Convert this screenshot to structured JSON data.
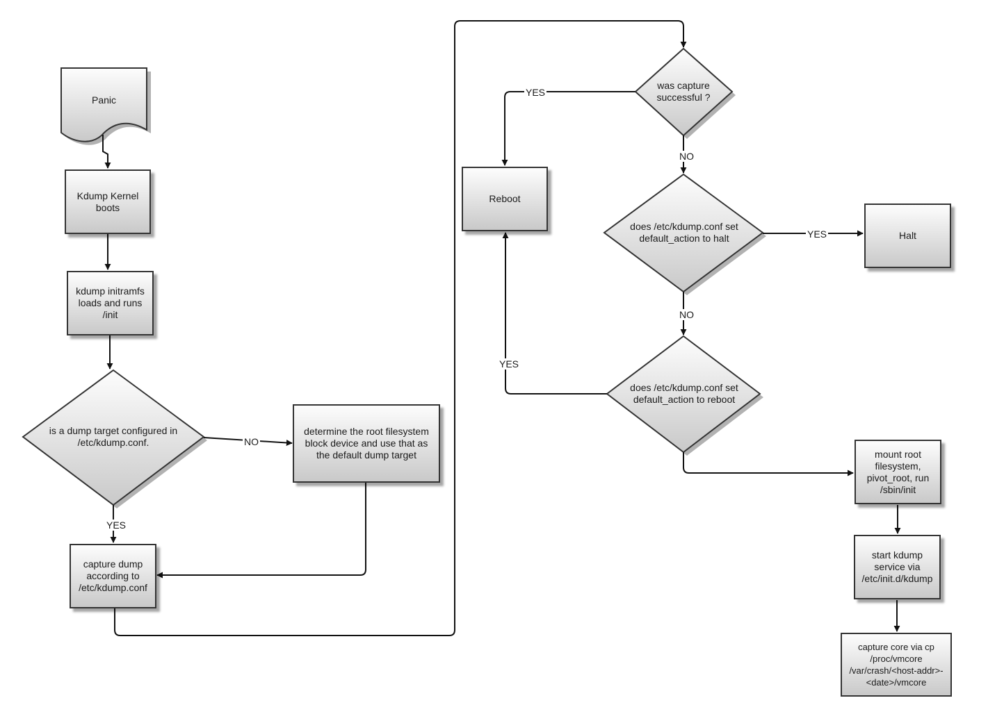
{
  "nodes": {
    "panic": "Panic",
    "kdump_kernel": "Kdump Kernel\nboots",
    "initramfs": "kdump initramfs\nloads and runs\n/init",
    "dump_target_decision": "is a dump target configured in\n/etc/kdump.conf.",
    "root_fs_default": "determine the root filesystem\nblock device and use that as\nthe default dump target",
    "capture_dump": "capture dump\naccording to\n/etc/kdump.conf",
    "capture_success_decision": "was capture\nsuccessful ?",
    "reboot": "Reboot",
    "halt_decision": "does /etc/kdump.conf set\ndefault_action to halt",
    "halt": "Halt",
    "reboot_decision": "does /etc/kdump.conf set\ndefault_action to reboot",
    "mount_root": "mount root\nfilesystem,\npivot_root, run\n/sbin/init",
    "start_kdump": "start kdump\nservice via\n/etc/init.d/kdump",
    "capture_core": "capture core via cp\n/proc/vmcore\n/var/crash/<host-addr>-\n<date>/vmcore"
  },
  "edge_labels": {
    "dump_target_no": "NO",
    "dump_target_yes": "YES",
    "capture_success_yes": "YES",
    "capture_success_no": "NO",
    "halt_yes": "YES",
    "halt_no": "NO",
    "reboot_yes": "YES"
  },
  "colors": {
    "line": "#111111",
    "node_border": "#333333",
    "fill_top": "#fdfdfd",
    "fill_bottom": "#c9c9c9"
  }
}
